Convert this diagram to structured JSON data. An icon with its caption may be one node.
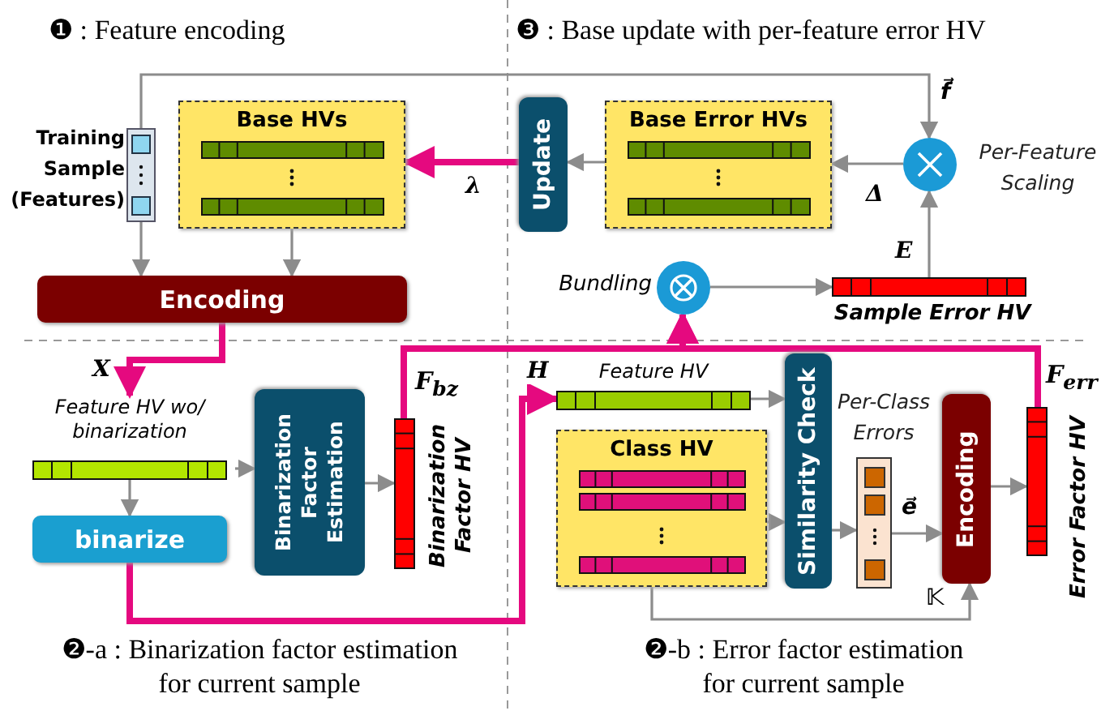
{
  "diagram": {
    "nodes": [
      {
        "text": [],
        "shape": "bar",
        "beside": [
          "Training Sample (Features)"
        ]
      },
      {
        "text": [
          "Base HVs"
        ]
      },
      {
        "text": [
          "Encoding"
        ]
      },
      {
        "text": [
          "Update"
        ]
      },
      {
        "text": [
          "Base Error HVs"
        ]
      },
      {
        "text": [],
        "shape": "circle",
        "beside": [
          "Per-Feature Scaling"
        ]
      },
      {
        "text": [],
        "shape": "circle",
        "beside": [
          "Bundling"
        ]
      },
      {
        "text": [],
        "shape": "bar",
        "beside": [
          "Sample Error HV"
        ]
      },
      {
        "text": [
          "Feature HV wo/ binarization"
        ]
      },
      {
        "text": [
          "binarize"
        ]
      },
      {
        "text": [
          "Binarization Factor Estimation"
        ]
      },
      {
        "text": [],
        "shape": "bar",
        "beside": [
          "F$_{bz}$",
          "Binarization Factor HV"
        ]
      },
      {
        "text": [
          "Feature HV"
        ]
      },
      {
        "text": [
          "Class HV"
        ]
      },
      {
        "text": [
          "Similarity Check"
        ]
      },
      {
        "text": [],
        "shape": "bar",
        "beside": [
          "Per-Class Errors"
        ]
      },
      {
        "text": [
          "Encoding"
        ]
      },
      {
        "text": [],
        "shape": "bar",
        "beside": [
          "F$_{err}$",
          "Error Factor HV"
        ]
      }
    ],
    "edges": [
      {
        "from": 0,
        "to": 2,
        "arrow": "to"
      },
      {
        "from": 0,
        "to": 5,
        "arrow": "to",
        "label": "f⃗"
      },
      {
        "from": 1,
        "to": 2,
        "arrow": "to"
      },
      {
        "from": 3,
        "to": 1,
        "arrow": "to",
        "label": "λ",
        "style": "thick",
        "color": "#e5097f"
      },
      {
        "from": 4,
        "to": 3,
        "arrow": "to"
      },
      {
        "from": 5,
        "to": 4,
        "arrow": "to",
        "label": "Δ"
      },
      {
        "from": 7,
        "to": 5,
        "arrow": "to",
        "label": "E"
      },
      {
        "from": 6,
        "to": 7,
        "arrow": "to"
      },
      {
        "from": 2,
        "to": 8,
        "arrow": "to",
        "label": "X",
        "style": "thick",
        "color": "#e5097f"
      },
      {
        "from": 8,
        "to": 9,
        "arrow": "to"
      },
      {
        "from": 8,
        "to": 10,
        "arrow": "to"
      },
      {
        "from": 10,
        "to": 11,
        "arrow": "to"
      },
      {
        "from": 11,
        "to": 6,
        "arrow": "to",
        "style": "thick",
        "color": "#e5097f"
      },
      {
        "from": 17,
        "to": 6,
        "arrow": "to",
        "style": "thick",
        "color": "#e5097f"
      },
      {
        "from": 9,
        "to": 12,
        "arrow": "to",
        "label": "H",
        "style": "thick",
        "color": "#e5097f"
      },
      {
        "from": 12,
        "to": 14,
        "arrow": "to"
      },
      {
        "from": 13,
        "to": 14,
        "arrow": "to"
      },
      {
        "from": 14,
        "to": 15,
        "arrow": "to"
      },
      {
        "from": 15,
        "to": 16,
        "arrow": "to",
        "label": "e⃗"
      },
      {
        "from": 13,
        "to": 16,
        "arrow": "to",
        "label": "𝕂"
      },
      {
        "from": 16,
        "to": 17,
        "arrow": "to"
      }
    ],
    "labels": [
      "❶ : Feature encoding",
      "❸ : Base update with per-feature error HV",
      "❷-a : Binarization factor estimation for current sample",
      "❷-b : Error factor estimation for current sample"
    ]
  }
}
